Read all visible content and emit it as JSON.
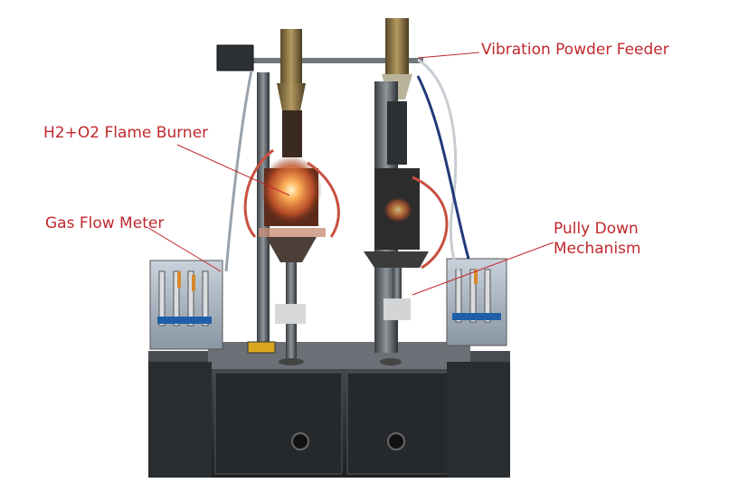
{
  "labels": {
    "vibration_powder_feeder": "Vibration Powder Feeder",
    "flame_burner": "H2+O2 Flame Burner",
    "gas_flow_meter": "Gas Flow Meter",
    "pully_down_line1": "Pully Down",
    "pully_down_line2": "Mechanism"
  },
  "colors": {
    "label_text": "#c0282d",
    "leader_line": "#c0282d",
    "cabinet": "#2b2e31",
    "steel": "#8c939a",
    "flame_glow": "#ff9a3c"
  }
}
